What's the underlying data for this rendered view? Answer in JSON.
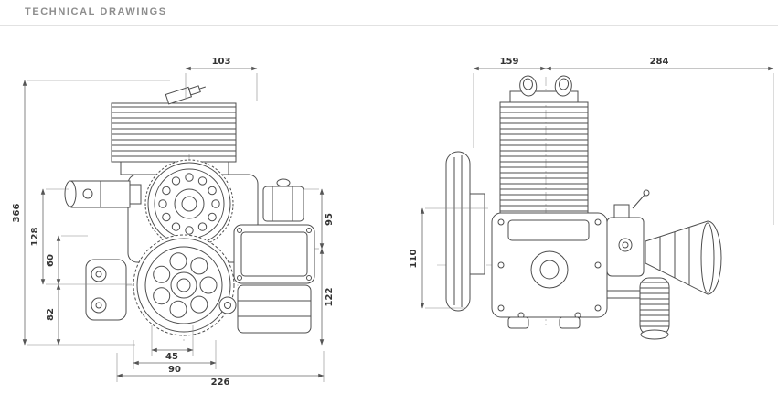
{
  "header": {
    "title": "TECHNICAL DRAWINGS"
  },
  "drawings": {
    "side_view": {
      "dims": {
        "top_width": "103",
        "total_height": "366",
        "mid_height": "128",
        "lower_mid_height": "60",
        "bottom_height": "82",
        "right_upper_height": "95",
        "right_lower_height": "122",
        "bottom_width_small": "45",
        "bottom_width_mid": "90",
        "bottom_width_total": "226"
      }
    },
    "front_view": {
      "dims": {
        "left_width": "159",
        "right_width": "284",
        "left_height": "110"
      }
    }
  },
  "colors": {
    "line": "#4d4d4d",
    "dimension": "#666666",
    "title_text": "#8d8d8d",
    "background": "#ffffff"
  }
}
